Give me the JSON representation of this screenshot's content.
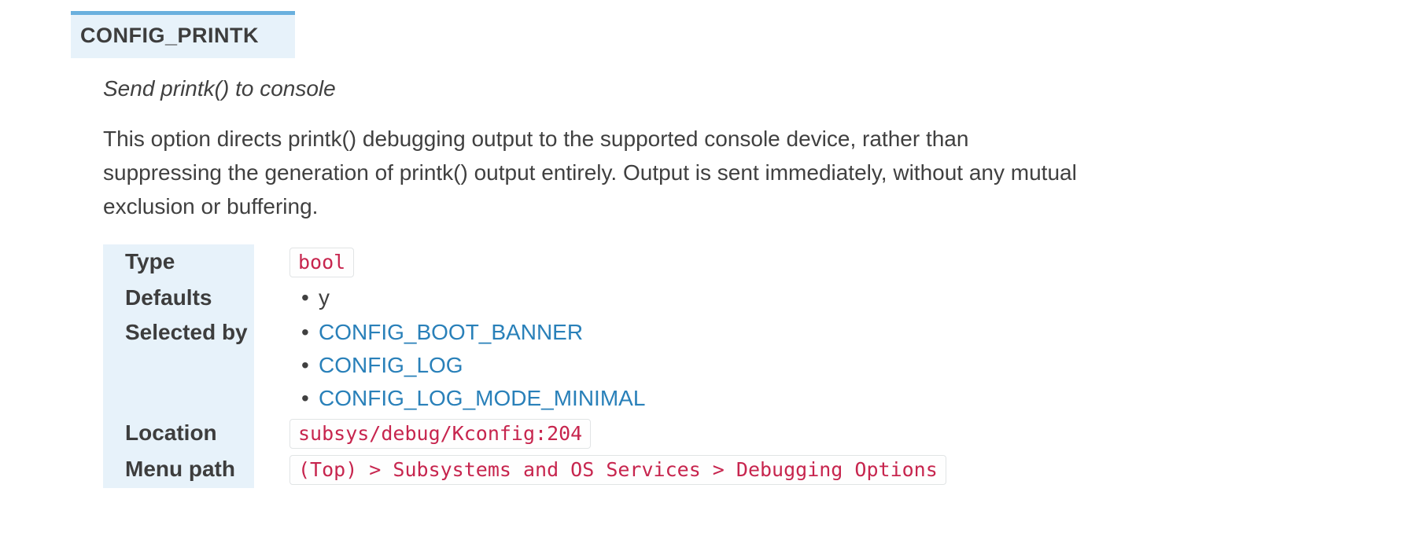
{
  "header": {
    "name": "CONFIG_PRINTK"
  },
  "subtitle": "Send printk() to console",
  "description_lines": [
    "This option directs printk() debugging output to the supported console device, rather than",
    "suppressing the generation of printk() output entirely. Output is sent immediately, without any mutual",
    "exclusion or buffering."
  ],
  "fields": [
    {
      "label": "Type",
      "value": "bool"
    },
    {
      "label": "Defaults",
      "items": [
        {
          "text": "y"
        }
      ]
    },
    {
      "label": "Selected by",
      "items": [
        {
          "text": "CONFIG_BOOT_BANNER"
        },
        {
          "text": "CONFIG_LOG"
        },
        {
          "text": "CONFIG_LOG_MODE_MINIMAL"
        }
      ]
    },
    {
      "label": "Location",
      "value": "subsys/debug/Kconfig:204"
    },
    {
      "label": "Menu path",
      "value": "(Top) > Subsystems and OS Services > Debugging Options"
    }
  ],
  "colors": {
    "accent": "#6ab0de",
    "panel_bg": "#e7f2fa",
    "code": "#c7254e",
    "link": "#2980b9"
  }
}
